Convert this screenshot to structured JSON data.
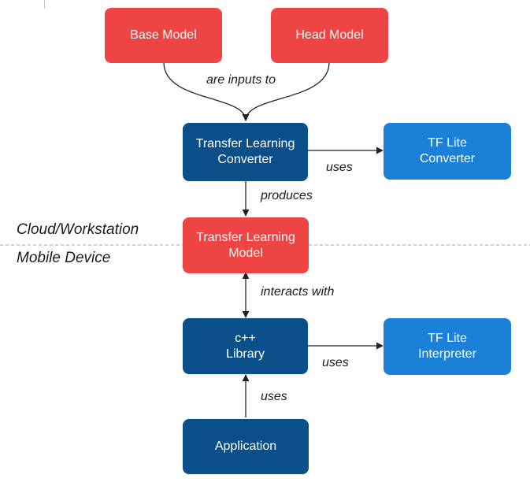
{
  "nodes": {
    "base_model": "Base Model",
    "head_model": "Head Model",
    "transfer_learning_converter": "Transfer Learning\nConverter",
    "tf_lite_converter": "TF Lite\nConverter",
    "transfer_learning_model": "Transfer Learning\nModel",
    "cpp_library": "c++\nLibrary",
    "tf_lite_interpreter": "TF Lite\nInterpreter",
    "application": "Application"
  },
  "edges": {
    "are_inputs_to": "are inputs to",
    "uses_converter": "uses",
    "produces": "produces",
    "interacts_with": "interacts with",
    "uses_interpreter": "uses",
    "uses_application": "uses"
  },
  "regions": {
    "cloud": "Cloud/Workstation",
    "mobile": "Mobile Device"
  },
  "colors": {
    "model_red": "#ef4444",
    "component_navy": "#0b4f8a",
    "tflite_blue": "#1a80d8"
  }
}
